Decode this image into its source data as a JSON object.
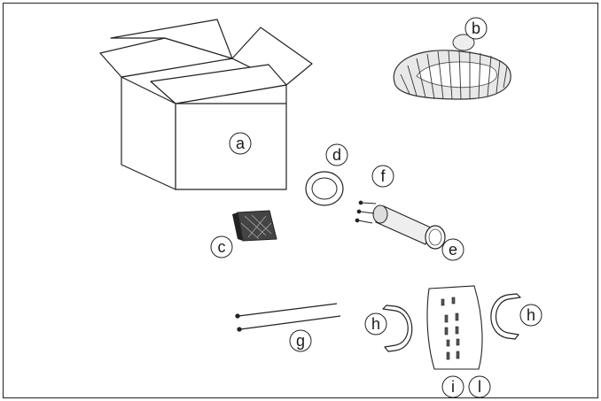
{
  "labels": {
    "a": "a",
    "b": "b",
    "c": "c",
    "d": "d",
    "e": "e",
    "f": "f",
    "g": "g",
    "h_left": "h",
    "h_right": "h",
    "i": "i",
    "l": "l"
  }
}
